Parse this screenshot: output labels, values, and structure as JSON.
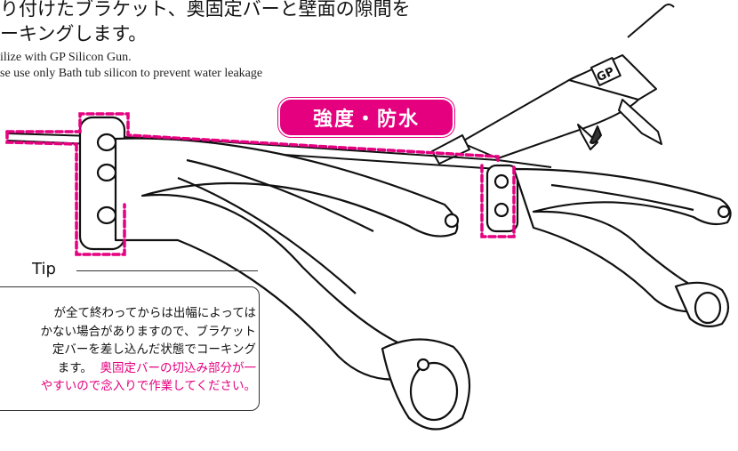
{
  "heading": {
    "line1": "り付けたブラケット、奥固定バーと壁面の隙間を",
    "line2": "ーキングします。"
  },
  "english": {
    "line1": "ilize with GP Silicon Gun.",
    "line2": "se use only Bath tub silicon to prevent water leakage"
  },
  "badge": {
    "label": "強度・防水",
    "color": "#e4007f"
  },
  "gun": {
    "brand": "GP"
  },
  "tip": {
    "title": "Tip",
    "line1": "が全て終わってからは出幅によっては",
    "line2": "かない場合がありますので、ブラケット",
    "line3": "定バーを差し込んだ状態でコーキング",
    "line4_black": "ます。",
    "line4_pink": "奥固定バーの切込み部分が一",
    "line5": "やすいので念入りで作業してください。",
    "highlight_color": "#e4007f"
  }
}
